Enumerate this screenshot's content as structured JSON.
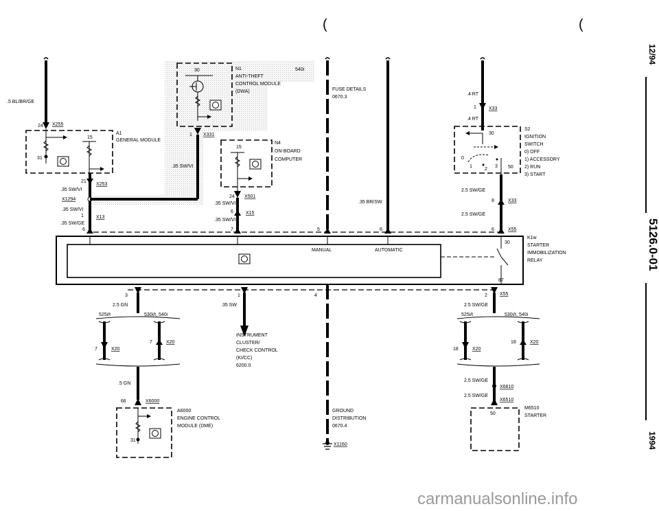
{
  "header": {
    "date": "12/94",
    "code": "5126.0-01",
    "year": "1994"
  },
  "wires": {
    "top_left": ".5 BL/BR/GE",
    "a1_out1": ".35 SW/VI",
    "a1_out2": ".35 SW/VI",
    "a1_out3": ".35 SW/GE",
    "n1_out": ".35 SW/VI",
    "n4_out1": ".35 SW/VI",
    "n4_out2": ".35 SW/VI",
    "automatic": ".35 BR/SW",
    "s2_in1": ".4 RT",
    "s2_in2": ".4 RT",
    "s2_out1": "2.5 SW/GE",
    "s2_out2": "2.5 SW/GE",
    "bottom_left_gn": "2.5 GN",
    "bottom_mid_sw": ".35 SW",
    "bottom_right_swge": "2.5 SW/GE",
    "dme_gn": ".5 GN",
    "m6510_in1": "2.5 SW/GE",
    "m6510_in2": "2.5 SW/GE"
  },
  "connectors": {
    "x255": "X255",
    "x331": "X331",
    "x253": "X253",
    "x1294": "X1294",
    "x13": "X13",
    "x501": "X501",
    "x15": "X15",
    "x33a": "X33",
    "x33b": "X33",
    "x55a": "X55",
    "x55b": "X55",
    "x20a": "X20",
    "x20b": "X20",
    "x20c": "X20",
    "x20d": "X20",
    "x6000": "X6000",
    "x6810": "X6810",
    "x6510": "X6510",
    "x1160": "X1160"
  },
  "pins": {
    "a1_24": "24",
    "a1_15": "15",
    "a1_31": "31",
    "a1_21": "21",
    "a1_1": "1",
    "a1_6": "6",
    "n1_30": "30",
    "n1_1": "1",
    "n4_15": "15",
    "n4_24": "24",
    "n4_6": "6",
    "n4_7": "7",
    "fuse_5": "5",
    "auto_8": "8",
    "s2_1": "1",
    "s2_30": "30",
    "s2_0": "0",
    "s2_p1": "1",
    "s2_p2": "2",
    "s2_p3": "3",
    "s2_50": "50",
    "s2_8": "8",
    "k_6": "6",
    "k_30": "30",
    "k_87": "87",
    "k_2": "2",
    "b_3": "3",
    "b_1": "1",
    "b_4": "4",
    "x20_7a": "7",
    "x20_7b": "7",
    "x20_18a": "18",
    "x20_18b": "18",
    "dme_66": "66",
    "dme_31": "31",
    "m_50": "50"
  },
  "components": {
    "n1": {
      "id": "N1",
      "lines": [
        "ANTI-THEFT",
        "CONTROL MODULE",
        "(DWA)"
      ]
    },
    "n1_variant": "540i",
    "a1": {
      "id": "A1",
      "lines": [
        "GENERAL MODULE"
      ]
    },
    "n4": {
      "id": "N4",
      "lines": [
        "ON-BOARD",
        "COMPUTER"
      ]
    },
    "s2": {
      "id": "S2",
      "lines": [
        "IGNITION",
        "SWITCH",
        "0)  OFF",
        "1)  ACCESSORY",
        "2)  RUN",
        "3)  START"
      ]
    },
    "k1w": {
      "id": "K1w",
      "lines": [
        "STARTER",
        "IMMOBILIZATION",
        "RELAY"
      ]
    },
    "a6000": {
      "id": "A6000",
      "lines": [
        "ENGINE CONTROL",
        "MODULE (DME)"
      ]
    },
    "m6510": {
      "id": "M6510",
      "lines": [
        "STARTER"
      ]
    }
  },
  "labels": {
    "fuse_details": [
      "FUSE DETAILS",
      "0670.3"
    ],
    "manual": "MANUAL",
    "automatic": "AUTOMATIC",
    "instrument": [
      "INSTRUMENT",
      "CLUSTER/",
      "CHECK CONTROL",
      "(KI/CC)",
      "6200.0"
    ],
    "ground": [
      "GROUND",
      "DISTRIBUTION",
      "0670.4"
    ],
    "variant_left_a": "525i/t",
    "variant_left_b": "530i/t, 540i",
    "variant_right_a": "525i/t",
    "variant_right_b": "530i/t, 540i"
  },
  "watermark": "carmanualsonline.info"
}
